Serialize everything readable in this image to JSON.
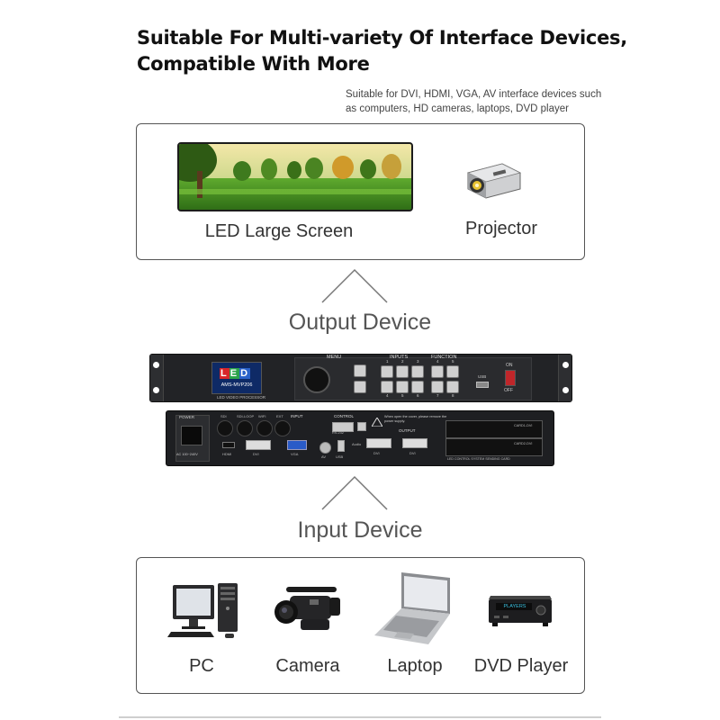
{
  "header": {
    "title_line1": "Suitable For Multi-variety Of Interface Devices,",
    "title_line2": "Compatible With More",
    "subtitle_line1": "Suitable for DVI, HDMI, VGA, AV interface devices such",
    "subtitle_line2": "as computers, HD cameras, laptops, DVD player"
  },
  "output": {
    "section_label": "Output Device",
    "devices": [
      {
        "label": "LED Large Screen",
        "icon": "led-screen-icon"
      },
      {
        "label": "Projector",
        "icon": "projector-icon"
      }
    ]
  },
  "processor": {
    "front": {
      "menu_label": "MENU",
      "inputs_label": "INPUTS",
      "function_label": "FUNCTION",
      "input_numbers_top": [
        "1",
        "2",
        "3"
      ],
      "input_numbers_bottom": [
        "4",
        "5",
        "6"
      ],
      "function_numbers_top": [
        "4",
        "5"
      ],
      "function_numbers_bottom": [
        "7",
        "8"
      ],
      "usb_label": "USB",
      "on_label": "ON",
      "off_label": "OFF",
      "lcd_model": "AMS-MVP206",
      "lcd_letters": [
        "L",
        "E",
        "D"
      ],
      "brand_label": "LED VIDEO PROCESSOR"
    },
    "rear": {
      "power_label": "POWER",
      "power_rating": "AC 100~240V",
      "input_label": "INPUT",
      "sdi_label": "SDI",
      "sdi_loop_label": "SDI-LOOP",
      "wifi_label": "WIFI",
      "ext_label": "EXT",
      "hdmi_label": "HDMI",
      "dvi_label": "DVI",
      "vga_label": "VGA",
      "av_label": "AV",
      "usb_label": "USB",
      "control_label": "CONTROL",
      "rs232_label": "RS-232",
      "warning_text": "When open the cover, please remove the power supply.",
      "output_label": "OUTPUT",
      "audio_label": "Audio",
      "out_dvi1": "DVI",
      "out_dvi2": "DVI",
      "card1": "CARD1-DVI",
      "card2": "CARD2-DVI",
      "sending_card_label": "LED CONTROL SYSTEM SENDING CARD"
    }
  },
  "input": {
    "section_label": "Input Device",
    "devices": [
      {
        "label": "PC",
        "icon": "pc-icon"
      },
      {
        "label": "Camera",
        "icon": "camera-icon"
      },
      {
        "label": "Laptop",
        "icon": "laptop-icon"
      },
      {
        "label": "DVD Player",
        "icon": "dvd-player-icon",
        "screen_text": "PLAYERS"
      }
    ]
  },
  "colors": {
    "accent_red": "#c0262a",
    "device_dark": "#1e1f22",
    "button_grey": "#cfcfcf",
    "led_letters": [
      "#d8262a",
      "#2aa34a",
      "#2a62c9"
    ]
  }
}
